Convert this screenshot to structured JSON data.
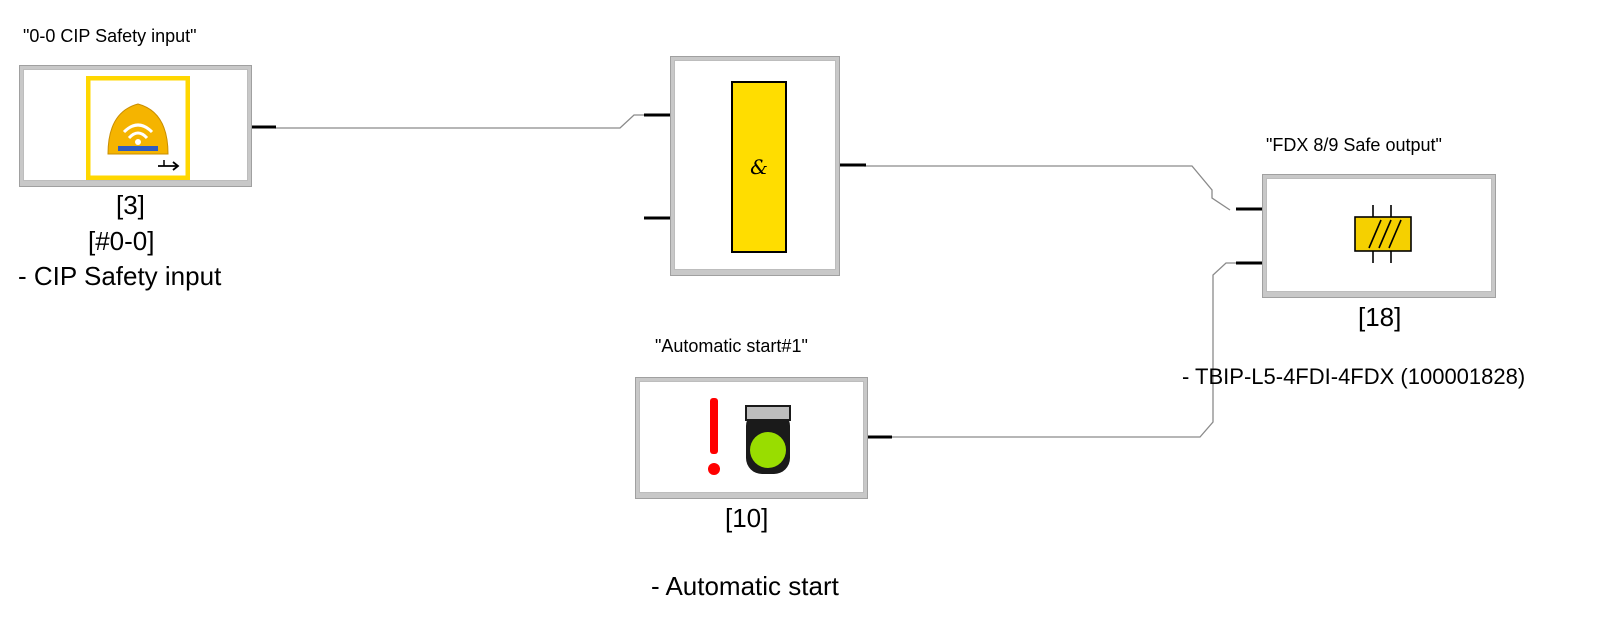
{
  "blocks": {
    "cip_input": {
      "title": "\"0-0 CIP Safety input\"",
      "index": "[3]",
      "address": "[#0-0]",
      "description": "- CIP Safety input",
      "icon": "cip-safety-input-icon",
      "icon_color": "#ffd700"
    },
    "and_gate": {
      "symbol": "&",
      "icon_color": "#ffdd00"
    },
    "fdx_output": {
      "title": "\"FDX 8/9 Safe output\"",
      "index": "[18]",
      "description": "- TBIP-L5-4FDI-4FDX (100001828)",
      "icon": "safe-output-icon",
      "icon_color": "#f5d000"
    },
    "auto_start": {
      "title": "\"Automatic start#1\"",
      "index": "[10]",
      "description": "- Automatic start",
      "icon": "automatic-start-icon",
      "warning_color": "#ff0000",
      "lamp_color": "#99dd00"
    }
  }
}
